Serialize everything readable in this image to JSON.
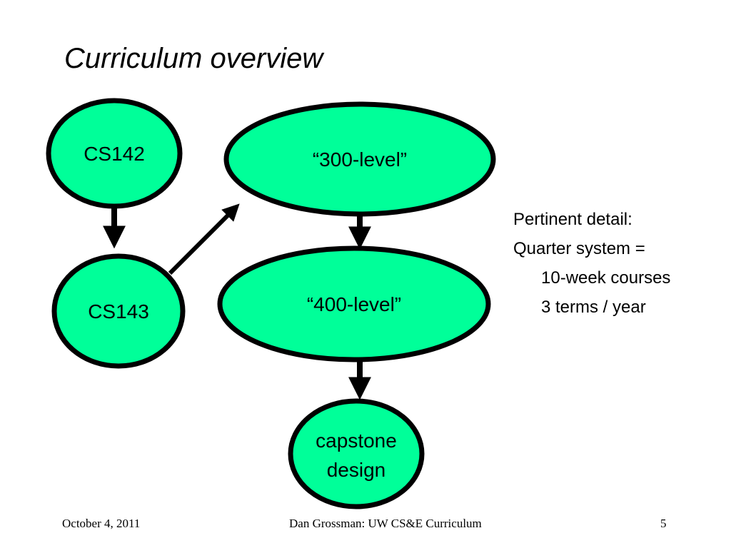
{
  "slide": {
    "title": "Curriculum overview"
  },
  "diagram": {
    "nodes": {
      "cs142": "CS142",
      "cs143": "CS143",
      "level300": "“300-level”",
      "level400": "“400-level”",
      "capstone_line1": "capstone",
      "capstone_line2": "design"
    },
    "colors": {
      "node_fill": "#00ff99",
      "node_stroke": "#000000",
      "arrow": "#000000"
    }
  },
  "detail": {
    "line1": "Pertinent detail:",
    "line2": "Quarter system =",
    "line3": "10-week courses",
    "line4": "3 terms / year"
  },
  "footer": {
    "date": "October 4, 2011",
    "center": "Dan Grossman: UW CS&E Curriculum",
    "page": "5"
  }
}
